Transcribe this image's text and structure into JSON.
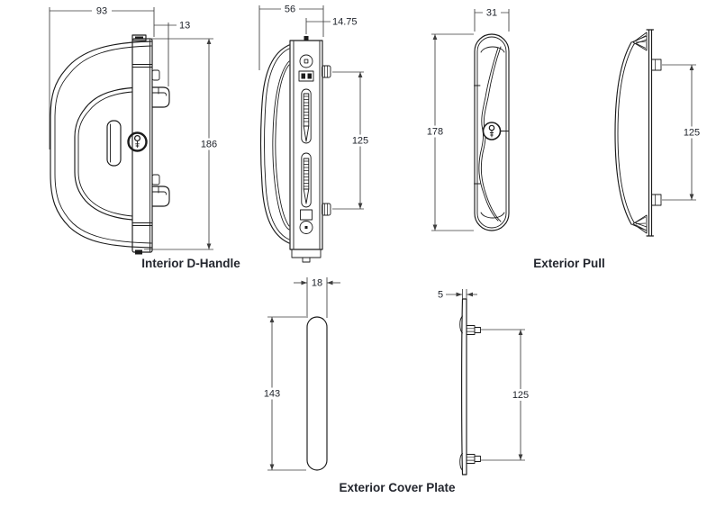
{
  "drawing": {
    "labels": {
      "interior_d_handle": "Interior D-Handle",
      "exterior_pull": "Exterior Pull",
      "exterior_cover_plate": "Exterior Cover Plate"
    },
    "interior_d_handle": {
      "front": {
        "width": "93",
        "hook_offset": "13",
        "height": "186"
      },
      "side": {
        "depth": "56",
        "screw_offset": "14.75",
        "fixing_centres": "125"
      }
    },
    "exterior_pull": {
      "front": {
        "width": "31",
        "height": "178"
      },
      "side": {
        "fixing_centres": "125"
      }
    },
    "exterior_cover_plate": {
      "front": {
        "width": "18",
        "height": "143"
      },
      "side": {
        "thickness": "5",
        "fixing_centres": "125"
      }
    },
    "colors": {
      "outline": "#1b1b1b",
      "dimension_line": "#3d3d3d",
      "text": "#20242c"
    }
  }
}
